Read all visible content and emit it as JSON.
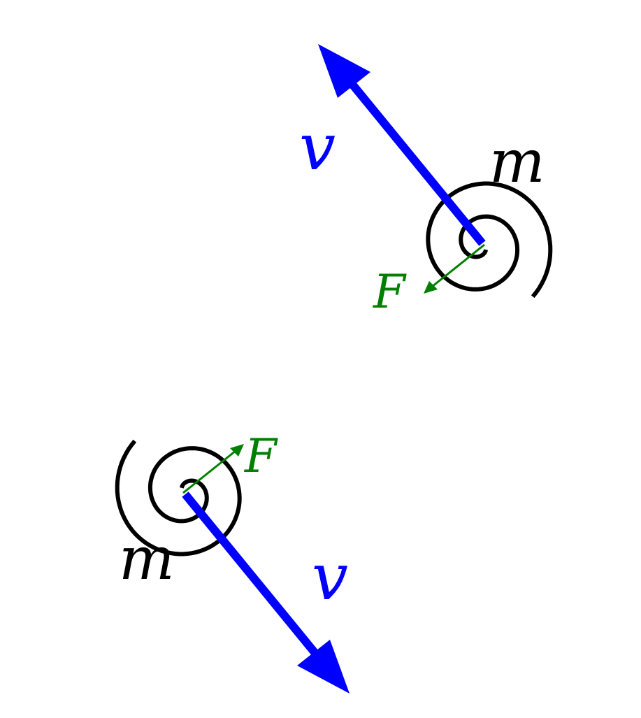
{
  "colors": {
    "velocity": "#0000ff",
    "force": "#008000",
    "mass": "#000000"
  },
  "bodies": [
    {
      "mass_label": "m",
      "velocity_label": "v",
      "force_label": "F"
    },
    {
      "mass_label": "m",
      "velocity_label": "v",
      "force_label": "F"
    }
  ]
}
